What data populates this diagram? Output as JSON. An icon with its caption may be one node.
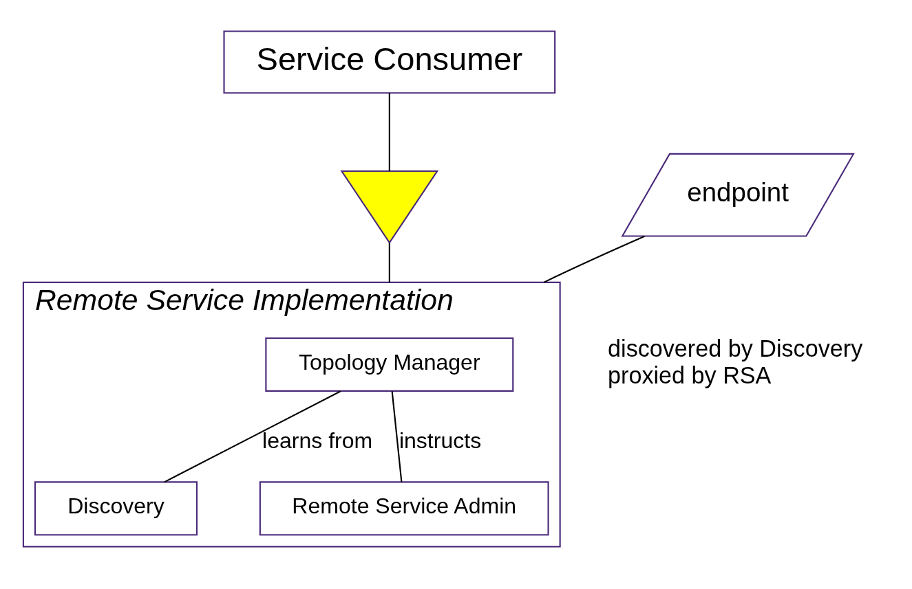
{
  "diagram": {
    "nodes": [
      {
        "text": [
          "Service Consumer"
        ]
      },
      {
        "text": [],
        "shape": "triangle"
      },
      {
        "text": [
          "Remote Service Implementation"
        ]
      },
      {
        "text": [
          "Topology Manager"
        ],
        "in": 2
      },
      {
        "text": [
          "Discovery"
        ],
        "in": 2
      },
      {
        "text": [
          "Remote Service Admin"
        ],
        "in": 2
      },
      {
        "text": [
          "endpoint"
        ],
        "beside": [
          "discovered by Discovery",
          "proxied by RSA"
        ]
      }
    ],
    "edges": [
      {
        "from": 0,
        "to": 1,
        "arrow": "none"
      },
      {
        "from": 1,
        "to": 2,
        "arrow": "none"
      },
      {
        "from": 3,
        "to": 4,
        "arrow": "none",
        "label": "learns from"
      },
      {
        "from": 3,
        "to": 5,
        "arrow": "none",
        "label": "instructs"
      },
      {
        "from": 6,
        "to": 2,
        "arrow": "none"
      }
    ]
  }
}
